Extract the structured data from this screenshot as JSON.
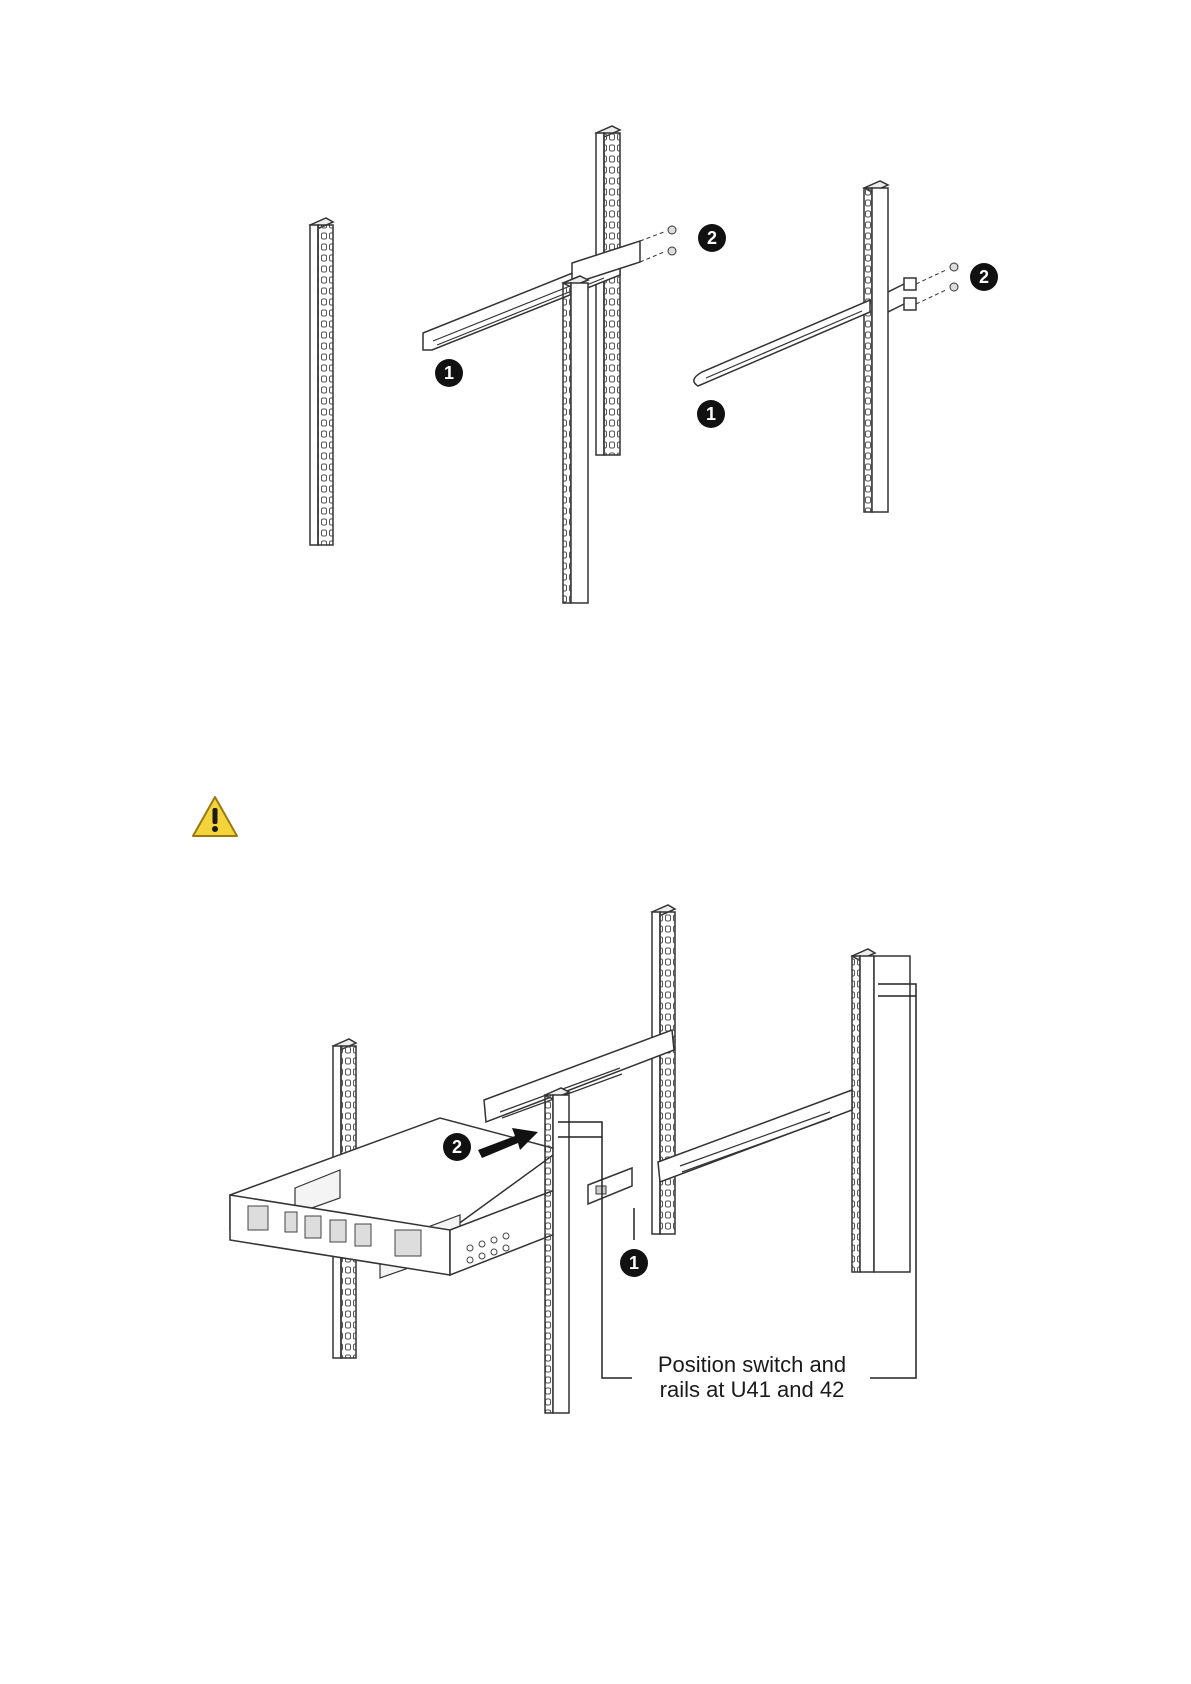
{
  "figure_top": {
    "callouts": {
      "bracket": "1",
      "screws": "2"
    }
  },
  "caution": {
    "icon": "warning-triangle-icon",
    "glyph": "!",
    "color": "#f0c419"
  },
  "figure_bottom": {
    "callouts": {
      "rail": "1",
      "slide": "2"
    },
    "label_line1": "Position switch and",
    "label_line2": "rails at U41 and 42"
  }
}
